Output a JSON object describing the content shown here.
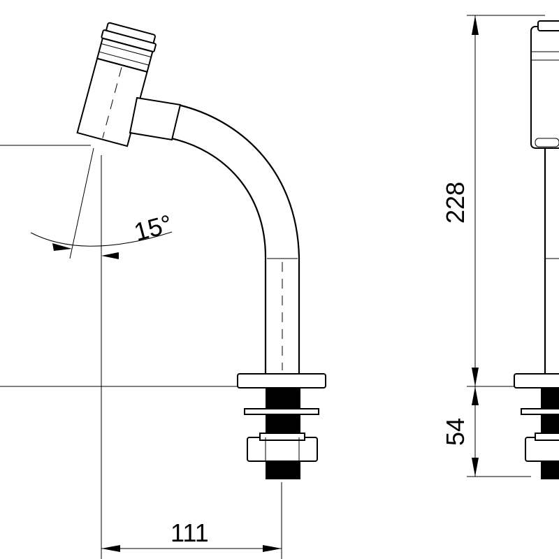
{
  "dimensions": {
    "angle_label": "15°",
    "width_label": "111",
    "height_label": "228",
    "base_label": "54"
  },
  "colors": {
    "line": "#000000",
    "background": "#ffffff"
  }
}
